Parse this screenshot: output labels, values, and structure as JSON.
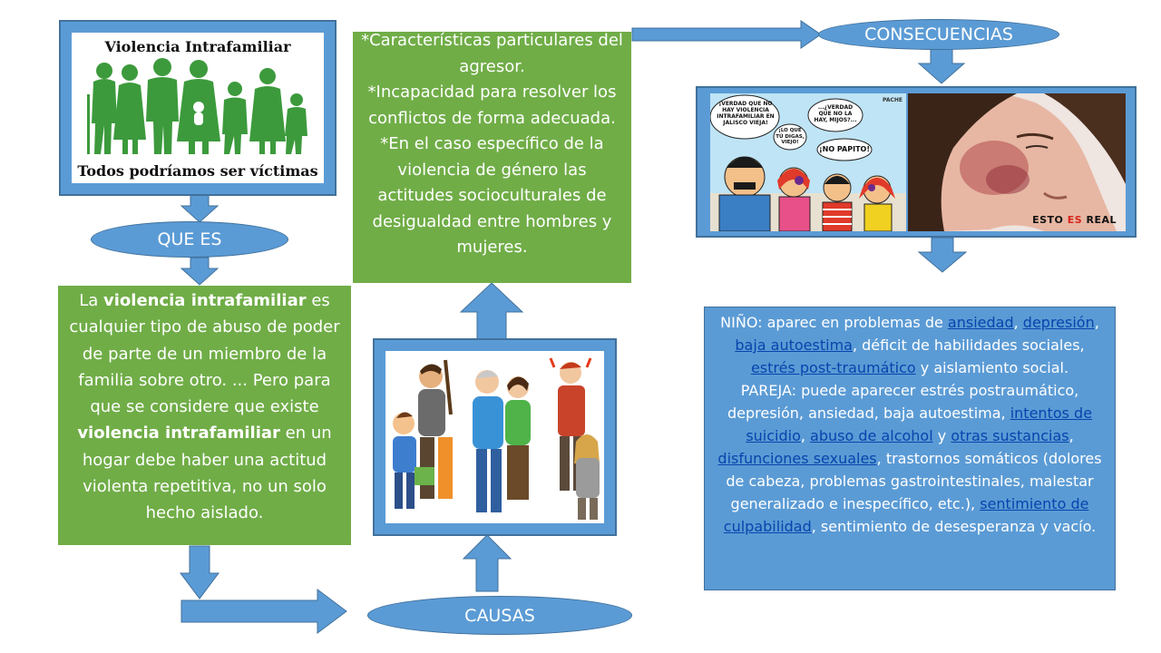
{
  "left_image": {
    "title": "Violencia Intrafamiliar",
    "caption": "Todos podríamos ser víctimas"
  },
  "que_es": {
    "label": "QUE ES"
  },
  "definition": {
    "p1": "La ",
    "b1": "violencia intrafamiliar",
    "p2": " es cualquier tipo de abuso de poder de parte de un miembro de la familia sobre otro. ... Pero para que se considere que existe ",
    "b2": "violencia intrafamiliar",
    "p3": " en un hogar debe haber una actitud violenta repetitiva, no un solo hecho aislado."
  },
  "causes_text": {
    "line1": "*Características particulares del agresor.",
    "line2": "*Incapacidad para resolver los conflictos de forma adecuada.",
    "line3": "*En el caso específico de la violencia de género las actitudes socioculturales de desigualdad entre hombres y mujeres."
  },
  "causas": {
    "label": "CAUSAS"
  },
  "consecuencias": {
    "label": "CONSECUENCIAS"
  },
  "comic": {
    "bubble1": "¡VERDAD QUE NO HAY VIOLENCIA INTRAFAMILIAR EN JALISCO VIEJA!",
    "bubble2": "¡LO QUE TÚ DIGAS, VIEJO!",
    "bubble3": "...¿VERDAD QUE NO LA HAY, MIJOS?...",
    "bubble4": "¡NO PAPITO!",
    "signature": "PACHE"
  },
  "photo": {
    "caption_a": "ESTO",
    "caption_b": "ES",
    "caption_c": "REAL"
  },
  "consequences": {
    "nino_prefix": "NIÑO: aparec en problemas de ",
    "link_ansiedad": "ansiedad",
    "sep1": ", ",
    "link_depresion": "depresión",
    "sep2": ", ",
    "link_baja": "baja autoestima",
    "mid1": ", déficit de habilidades sociales, ",
    "link_estres": "estrés post-traumático",
    "mid2": " y aislamiento social.",
    "pareja_prefix": "PAREJA: puede aparecer estrés postraumático, depresión, ansiedad, baja autoestima, ",
    "link_intentos": "intentos de suicidio",
    "sep3": ", ",
    "link_alcohol": "abuso de alcohol",
    "sep4": " y ",
    "link_otras": "otras sustancias",
    "sep5": ", ",
    "link_disfunciones": "disfunciones sexuales",
    "mid3": ", trastornos somáticos (dolores de cabeza, problemas gastrointestinales, malestar generalizado e inespecífico, etc.), ",
    "link_culpa": "sentimiento de culpabilidad",
    "end": ", sentimiento de desesperanza y vacío."
  },
  "colors": {
    "blue": "#5b9bd5",
    "blue_border": "#41719c",
    "green": "#70ad47",
    "link": "#0645ad"
  }
}
